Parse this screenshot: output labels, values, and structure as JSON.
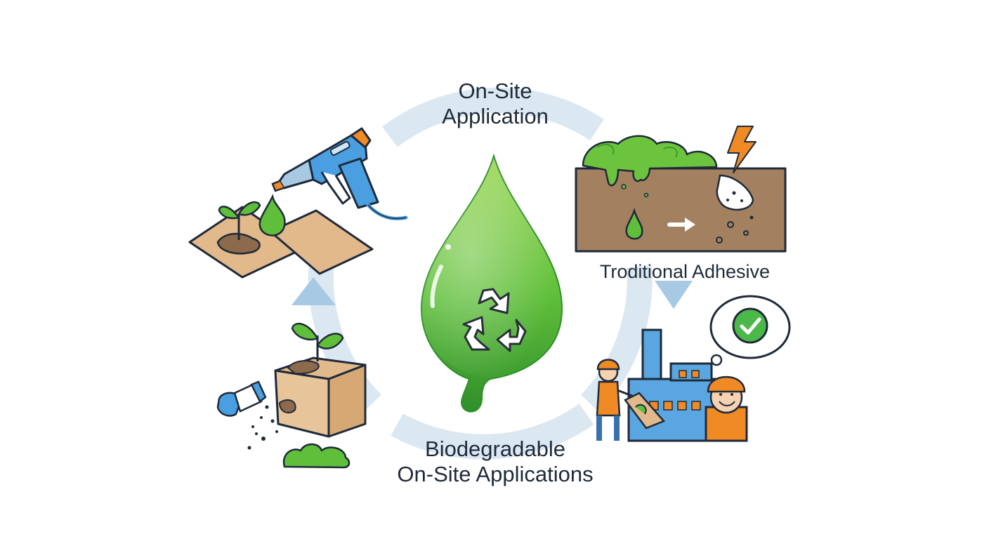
{
  "diagram": {
    "labels": {
      "top": {
        "line1": "On-Site",
        "line2": "Application"
      },
      "right": "Troditional Adhesive",
      "bottom": {
        "line1": "Biodegradable",
        "line2": "On-Site Applications"
      }
    },
    "colors": {
      "cycle_ring": "#dbe8f2",
      "arrow": "#a7c9e3",
      "leaf_green": "#5fbf3a",
      "drop_green_light": "#9fd85a",
      "drop_green_dark": "#2f8f2a",
      "soil_brown": "#a3805f",
      "cardboard": "#e2b98b",
      "glue_gun_blue": "#4a9fe0",
      "safety_orange": "#f08a24",
      "factory_blue": "#5aa6e0",
      "outline": "#1f2a3a"
    },
    "icons": [
      "recycle-icon",
      "glue-gun-icon",
      "seedling-icon",
      "lightning-icon",
      "arrow-right-icon",
      "checkmark-icon",
      "factory-icon",
      "worker-icon",
      "thought-bubble-icon",
      "cardboard-box-icon",
      "spray-bottle-icon",
      "bush-icon"
    ]
  }
}
